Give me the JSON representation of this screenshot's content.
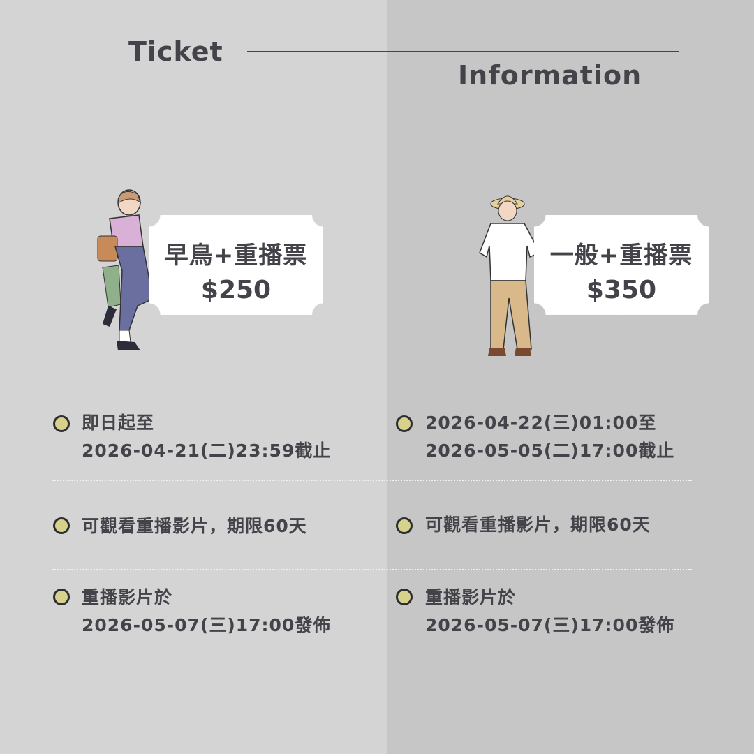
{
  "header": {
    "title_left": "Ticket",
    "title_right": "Information"
  },
  "tickets": [
    {
      "name": "早鳥+重播票",
      "price": "$250",
      "items": [
        {
          "lines": [
            "即日起至",
            "2026-04-21(二)23:59截止"
          ]
        },
        {
          "lines": [
            "可觀看重播影片，期限60天"
          ]
        },
        {
          "lines": [
            "重播影片於",
            "2026-05-07(三)17:00發佈"
          ]
        }
      ]
    },
    {
      "name": "一般+重播票",
      "price": "$350",
      "items": [
        {
          "lines": [
            "2026-04-22(三)01:00至",
            "2026-05-05(二)17:00截止"
          ]
        },
        {
          "lines": [
            "可觀看重播影片，期限60天"
          ]
        },
        {
          "lines": [
            "重播影片於",
            "2026-05-07(三)17:00發佈"
          ]
        }
      ]
    }
  ],
  "colors": {
    "text": "#45434a",
    "bullet": "#d6d28e",
    "left_bg": "#d4d4d4",
    "right_bg": "#c6c6c6"
  }
}
